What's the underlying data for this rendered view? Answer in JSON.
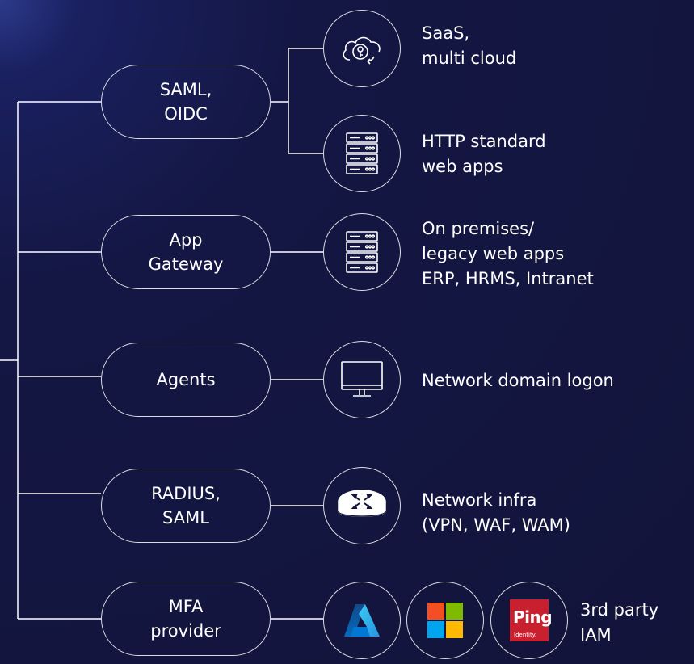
{
  "methods": [
    {
      "label": "SAML,\nOIDC"
    },
    {
      "label": "App\nGateway"
    },
    {
      "label": "Agents"
    },
    {
      "label": "RADIUS,\nSAML"
    },
    {
      "label": "MFA\nprovider"
    }
  ],
  "targets": [
    {
      "icon": "cloud-key-icon",
      "text": "SaaS,\nmulti cloud"
    },
    {
      "icon": "server-rack-icon",
      "text": "HTTP standard\nweb apps"
    },
    {
      "icon": "server-rack-icon",
      "text": "On premises/\nlegacy web apps\nERP, HRMS, Intranet"
    },
    {
      "icon": "monitor-icon",
      "text": "Network domain logon"
    },
    {
      "icon": "router-icon",
      "text": "Network infra\n(VPN, WAF, WAM)"
    },
    {
      "icon": "third-party-logos",
      "text": "3rd party\nIAM"
    }
  ],
  "logos": {
    "ping_word": "Ping",
    "ping_sub": "Identity.",
    "ms_colors": [
      "#f25022",
      "#7fba00",
      "#00a4ef",
      "#ffb900"
    ]
  },
  "colors": {
    "line": "#ffffff",
    "background": "#12143a"
  }
}
